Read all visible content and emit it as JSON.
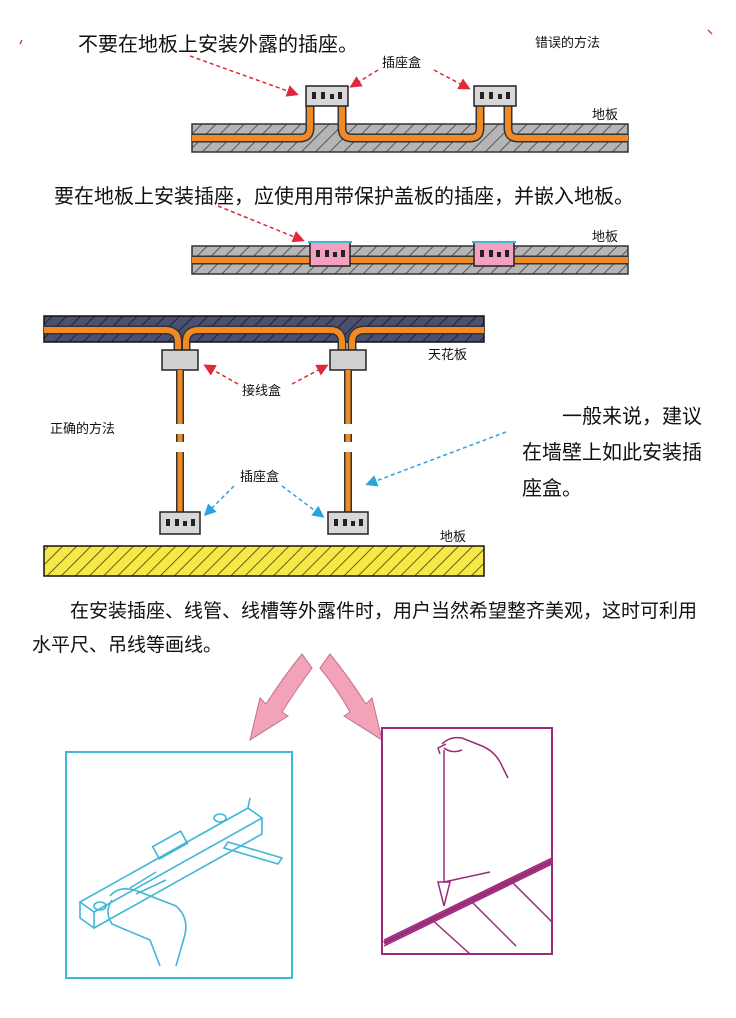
{
  "labels": {
    "wrong_title": "不要在地板上安装外露的插座。",
    "wrong_method": "错误的方法",
    "socket_box_1": "插座盒",
    "floor_1": "地板",
    "right_title": "要在地板上安装插座，应使用用带保护盖板的插座，并嵌入地板。",
    "floor_2": "地板",
    "ceiling": "天花板",
    "junction_box": "接线盒",
    "right_method": "正确的方法",
    "note": "一般来说，建议在墙壁上如此安装插座盒。",
    "socket_box_2": "插座盒",
    "floor_3": "地板",
    "paragraph": "在安装插座、线管、线槽等外露件时，用户当然希望整齐美观，这时可利用水平尺、吊线等画线。"
  },
  "colors": {
    "conduit": "#f08a24",
    "slab_gray": "#9a9a9a",
    "ceiling_navy": "#3a4060",
    "floor_yellow": "#f2e33c",
    "arrow_red": "#e0283a",
    "arrow_blue": "#2aa3e0",
    "frame_cyan": "#3fb8d8",
    "frame_magenta": "#9c2a7a",
    "curved_arrow_pink": "#f2a3b8",
    "flush_socket_pink": "#f4a0c0"
  }
}
